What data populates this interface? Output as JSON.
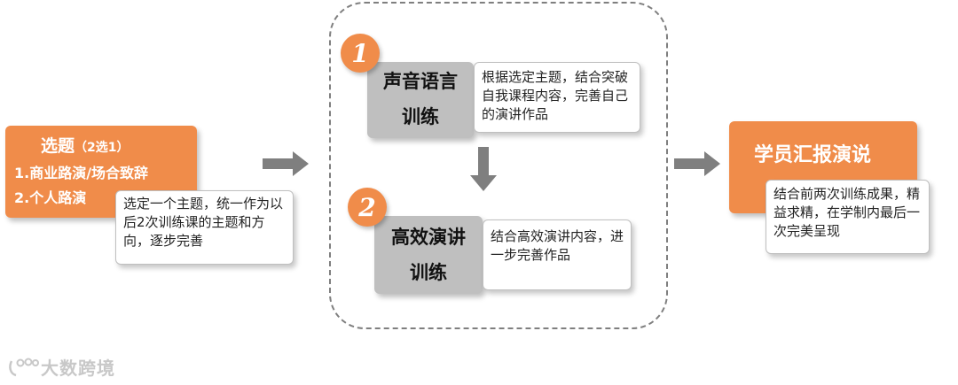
{
  "select_box": {
    "title": "选题",
    "title_suffix": "（2选1）",
    "option1": "1.商业路演/场合致辞",
    "option2": "2.个人路演",
    "note": "选定一个主题，统一作为以后2次训练课的主题和方向，逐步完善"
  },
  "step1": {
    "badge": "1",
    "title_line1": "声音语言",
    "title_line2": "训练",
    "note": "根据选定主题，结合突破自我课程内容，完善自己的演讲作品"
  },
  "step2": {
    "badge": "2",
    "title_line1": "高效演讲",
    "title_line2": "训练",
    "note": "结合高效演讲内容，进一步完善作品"
  },
  "final_box": {
    "title": "学员汇报演说",
    "note": "结合前两次训练成果，精益求精，在学制内最后一次完美呈现"
  },
  "watermark": {
    "text": "大数跨境"
  },
  "colors": {
    "accent": "#f08c4a",
    "block_gray": "#bfbfbf",
    "arrow_gray": "#7f7f7f"
  }
}
